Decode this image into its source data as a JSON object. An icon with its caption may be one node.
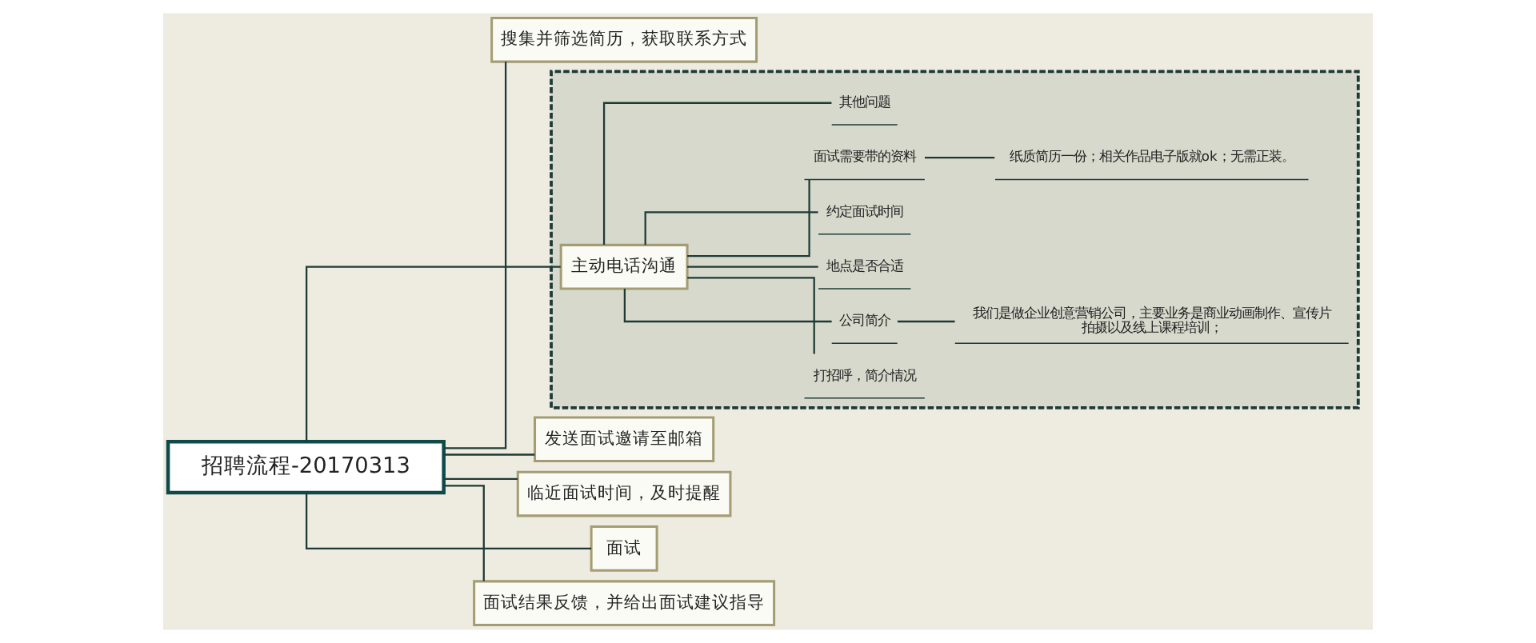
{
  "diagram": {
    "nodes": [
      {
        "text": [
          "招聘流程-20170313"
        ]
      },
      {
        "text": [
          "搜集并筛选简历，获取联系方式"
        ]
      },
      {
        "text": [],
        "shape": "box"
      },
      {
        "text": [
          "主动电话沟通"
        ],
        "in": 2
      },
      {
        "text": [
          "打招呼，简介情况"
        ],
        "in": 2
      },
      {
        "text": [
          "公司简介"
        ],
        "in": 2
      },
      {
        "text": [
          "我们是做企业创意营销公司，主要业务是商业动画制作、宣传片拍摄以及线上课程培训；"
        ],
        "in": 2
      },
      {
        "text": [
          "地点是否合适"
        ],
        "in": 2
      },
      {
        "text": [
          "约定面试时间"
        ],
        "in": 2
      },
      {
        "text": [
          "面试需要带的资料"
        ],
        "in": 2
      },
      {
        "text": [
          "纸质简历一份；相关作品电子版就ok；无需正装。"
        ],
        "in": 2
      },
      {
        "text": [
          "其他问题"
        ],
        "in": 2
      },
      {
        "text": [
          "发送面试邀请至邮箱"
        ]
      },
      {
        "text": [
          "临近面试时间，及时提醒"
        ]
      },
      {
        "text": [
          "面试"
        ]
      },
      {
        "text": [
          "面试结果反馈，并给出面试建议指导"
        ]
      }
    ],
    "edges": [
      {
        "from": 0,
        "to": 1,
        "arrow": "none"
      },
      {
        "from": 0,
        "to": 3,
        "arrow": "none"
      },
      {
        "from": 0,
        "to": 12,
        "arrow": "none"
      },
      {
        "from": 0,
        "to": 13,
        "arrow": "none"
      },
      {
        "from": 0,
        "to": 14,
        "arrow": "none"
      },
      {
        "from": 0,
        "to": 15,
        "arrow": "none"
      },
      {
        "from": 3,
        "to": 4,
        "arrow": "none"
      },
      {
        "from": 3,
        "to": 5,
        "arrow": "none"
      },
      {
        "from": 5,
        "to": 6,
        "arrow": "none"
      },
      {
        "from": 3,
        "to": 7,
        "arrow": "none"
      },
      {
        "from": 3,
        "to": 8,
        "arrow": "none"
      },
      {
        "from": 3,
        "to": 9,
        "arrow": "none"
      },
      {
        "from": 9,
        "to": 10,
        "arrow": "none"
      },
      {
        "from": 3,
        "to": 11,
        "arrow": "none"
      }
    ]
  }
}
